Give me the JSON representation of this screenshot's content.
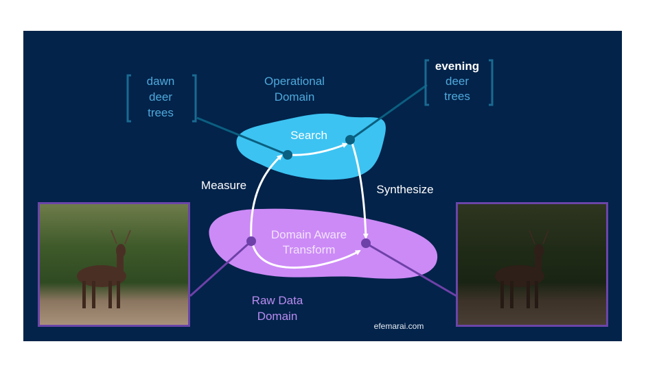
{
  "left_terms": [
    "dawn",
    "deer",
    "trees"
  ],
  "right_terms": [
    "evening",
    "deer",
    "trees"
  ],
  "operational_domain": [
    "Operational",
    "Domain"
  ],
  "raw_data_domain": [
    "Raw Data",
    "Domain"
  ],
  "search_label": "Search",
  "transform_label": [
    "Domain Aware",
    "Transform"
  ],
  "measure_label": "Measure",
  "synthesize_label": "Synthesize",
  "watermark": "efemarai.com",
  "colors": {
    "background": "#03234a",
    "operational_blob": "#3cc3f2",
    "raw_blob": "#cc8af6",
    "teal_node": "#0b5f80",
    "purple_node": "#6e41a8",
    "bracket_text": "#4fa9dc"
  }
}
